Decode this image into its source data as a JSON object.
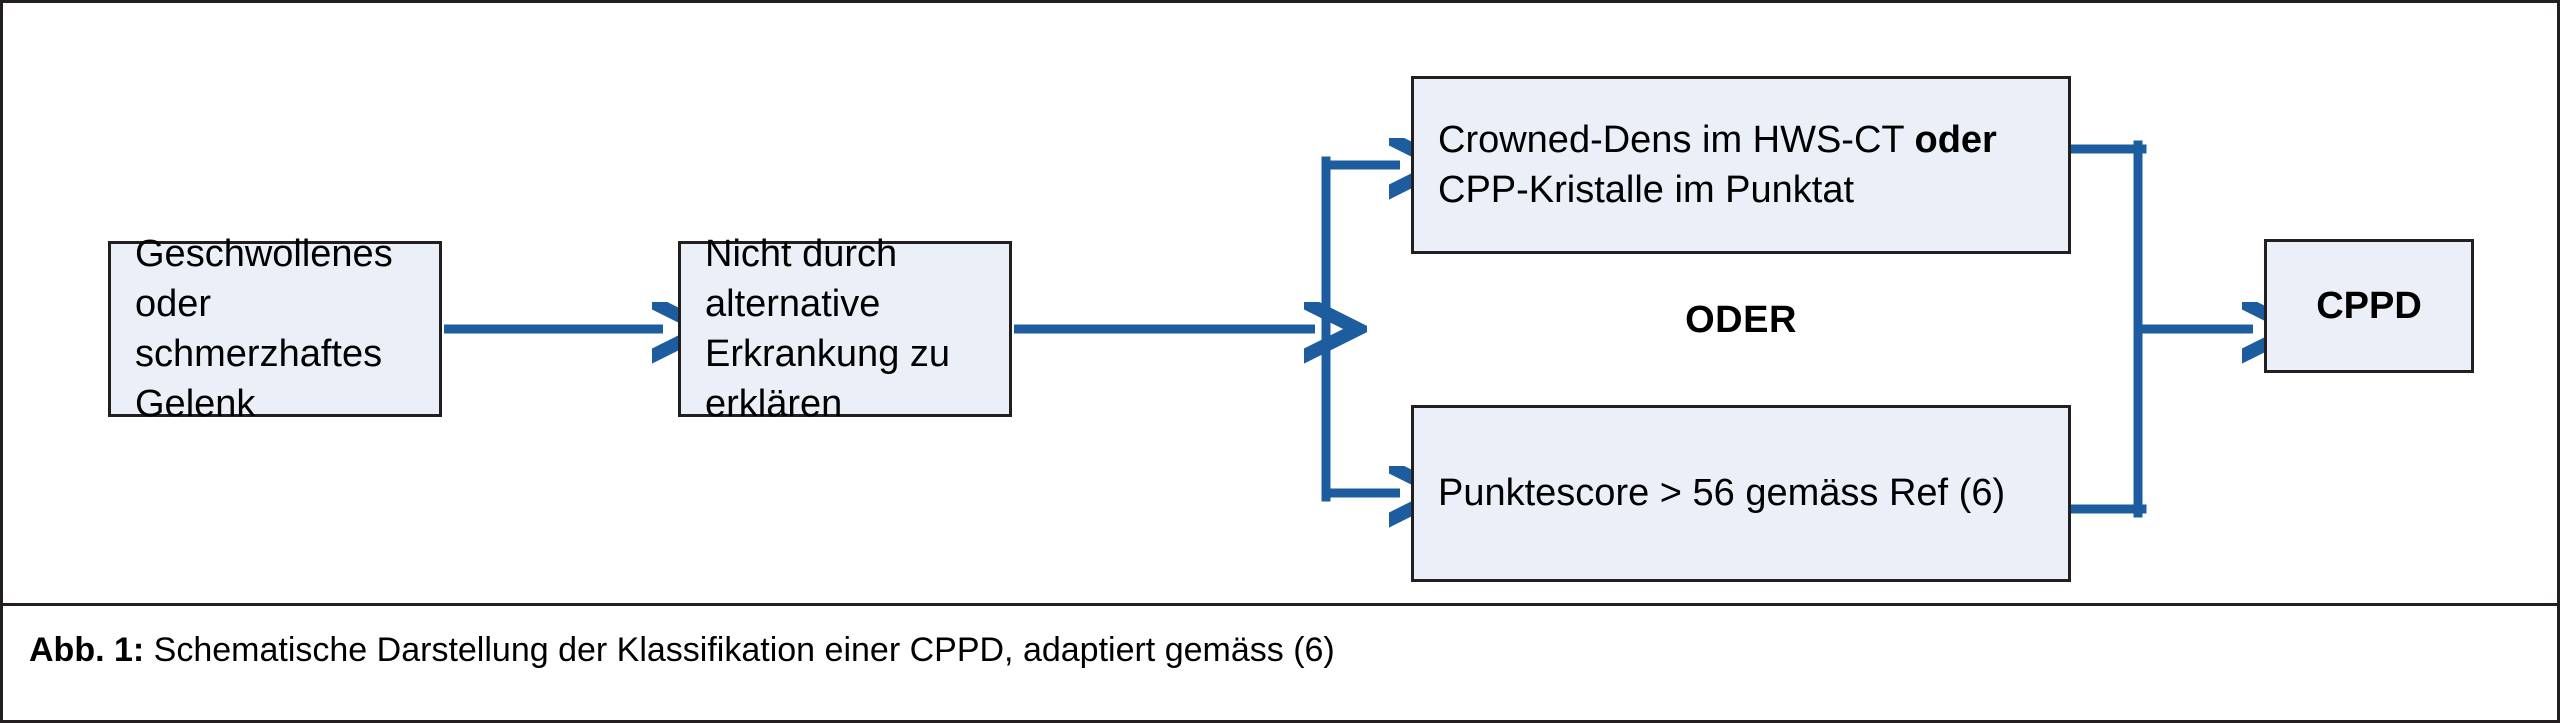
{
  "figure": {
    "caption_label": "Abb. 1:",
    "caption_text": " Schematische Darstellung der Klassifikation einer CPPD, adaptiert gemäss (6)",
    "accent_color": "#1d5c9e",
    "box_fill_color": "#eaeff8",
    "box_border_color": "#231f20",
    "frame_color": "#231f20"
  },
  "nodes": {
    "symptom": {
      "line1": "Geschwollenes oder",
      "line2": "schmerzhaftes Gelenk",
      "text": "Geschwollenes oder\nschmerzhaftes Gelenk"
    },
    "exclude": {
      "line1": "Nicht durch alternative",
      "line2": "Erkrankung zu erklären",
      "text": "Nicht durch alternative\nErkrankung zu erklären"
    },
    "crystal": {
      "line1_plain": "Crowned-Dens im HWS-CT ",
      "line1_bold": "oder",
      "line2": "CPP-Kristalle im Punktat"
    },
    "score": {
      "text": "Punktescore > 56 gemäss Ref (6)"
    },
    "result": {
      "text": "CPPD"
    }
  },
  "labels": {
    "or_connector": "ODER"
  }
}
